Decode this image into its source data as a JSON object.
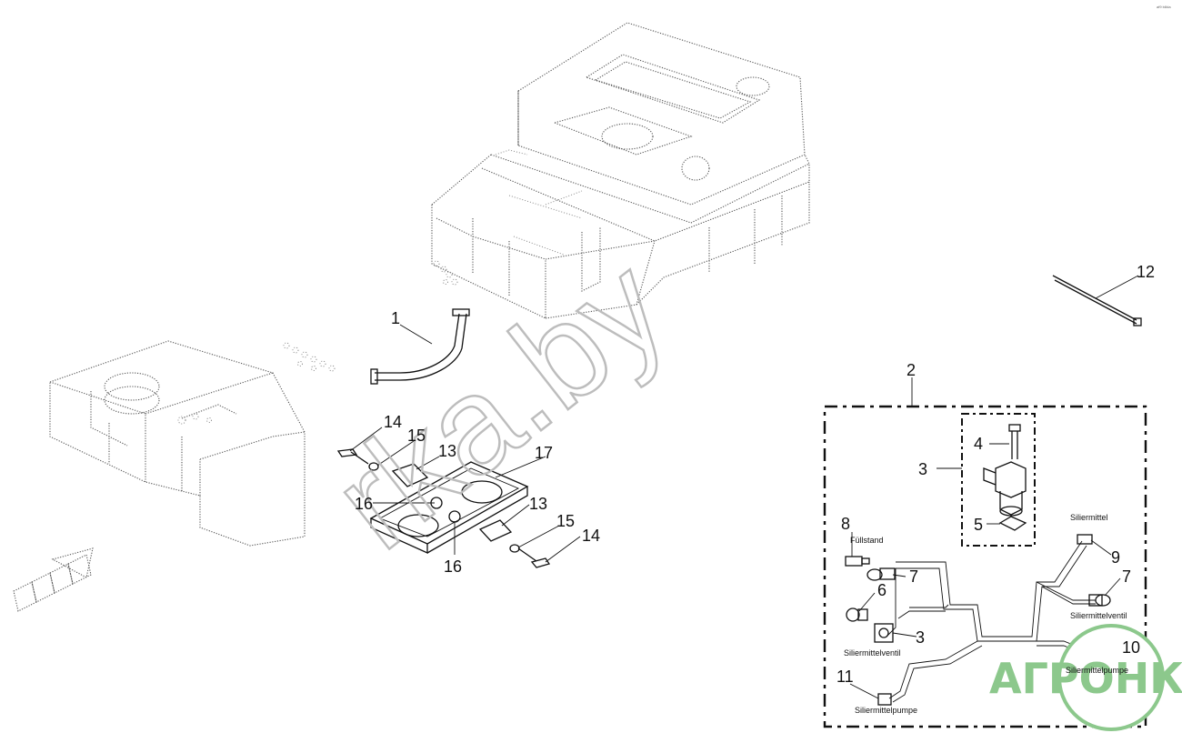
{
  "callouts": {
    "c1": "1",
    "c2": "2",
    "c3a": "3",
    "c3b": "3",
    "c4": "4",
    "c5": "5",
    "c6": "6",
    "c7a": "7",
    "c7b": "7",
    "c8": "8",
    "c9": "9",
    "c10": "10",
    "c11": "11",
    "c12": "12",
    "c13a": "13",
    "c13b": "13",
    "c14a": "14",
    "c14b": "14",
    "c15a": "15",
    "c15b": "15",
    "c16a": "16",
    "c16b": "16",
    "c17": "17"
  },
  "labels": {
    "fuellstand": "Füllstand",
    "siliermittel": "Siliermittel",
    "siliermittelventil_right": "Siliermittelventil",
    "siliermittelventil_left": "Siliermittelventil",
    "siliermittelpumpe_right": "Siliermittelpumpe",
    "siliermittelpumpe_left": "Siliermittelpumpe"
  },
  "watermark": "rka.by",
  "logo": "АГРОНКА",
  "corner_tag": "af9 b8da"
}
